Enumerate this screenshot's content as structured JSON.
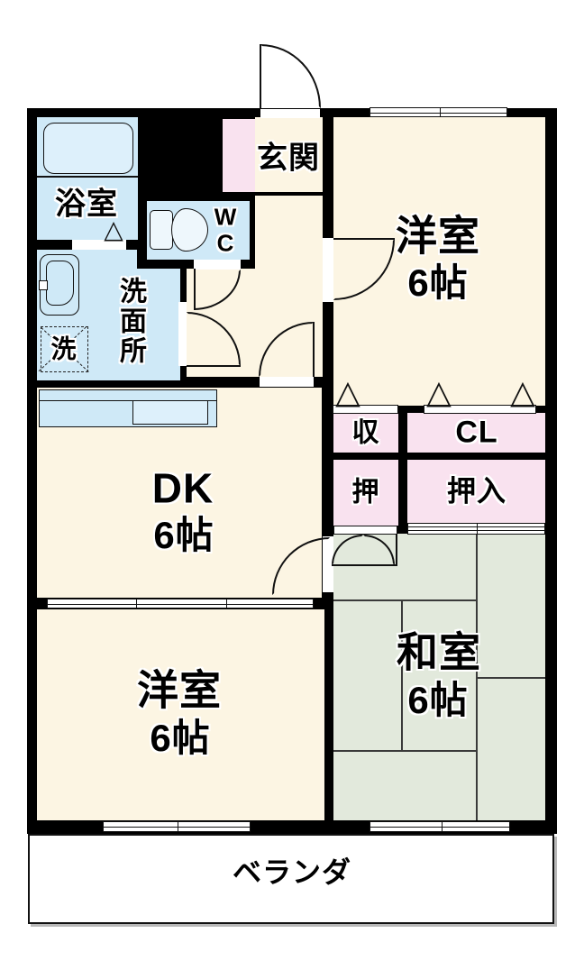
{
  "title": "floor-plan",
  "rooms": {
    "entrance": {
      "label": "玄関"
    },
    "bathroom": {
      "label": "浴室"
    },
    "wc": {
      "label": "W\nC"
    },
    "washroom": {
      "label": "洗面所"
    },
    "laundry": {
      "label": "洗"
    },
    "western_top": {
      "label": "洋室",
      "size": "6帖"
    },
    "dk": {
      "label": "DK",
      "size": "6帖"
    },
    "storage": {
      "label": "収"
    },
    "closet": {
      "label": "CL"
    },
    "oshi": {
      "label": "押"
    },
    "oshiire": {
      "label": "押入"
    },
    "japanese_room": {
      "label": "和室",
      "size": "6帖"
    },
    "western_bottom": {
      "label": "洋室",
      "size": "6帖"
    },
    "veranda": {
      "label": "ベランダ"
    }
  },
  "glyphs": {
    "closet_door_triangle": "△"
  },
  "colors": {
    "wall": "#000000",
    "western_floor": "#fcf5e3",
    "wet_area": "#cfe9f7",
    "fixture_fill": "#ddf0fb",
    "storage_pink": "#f9e2ef",
    "tatami_green": "#e2e9dc",
    "veranda_white": "#ffffff"
  }
}
